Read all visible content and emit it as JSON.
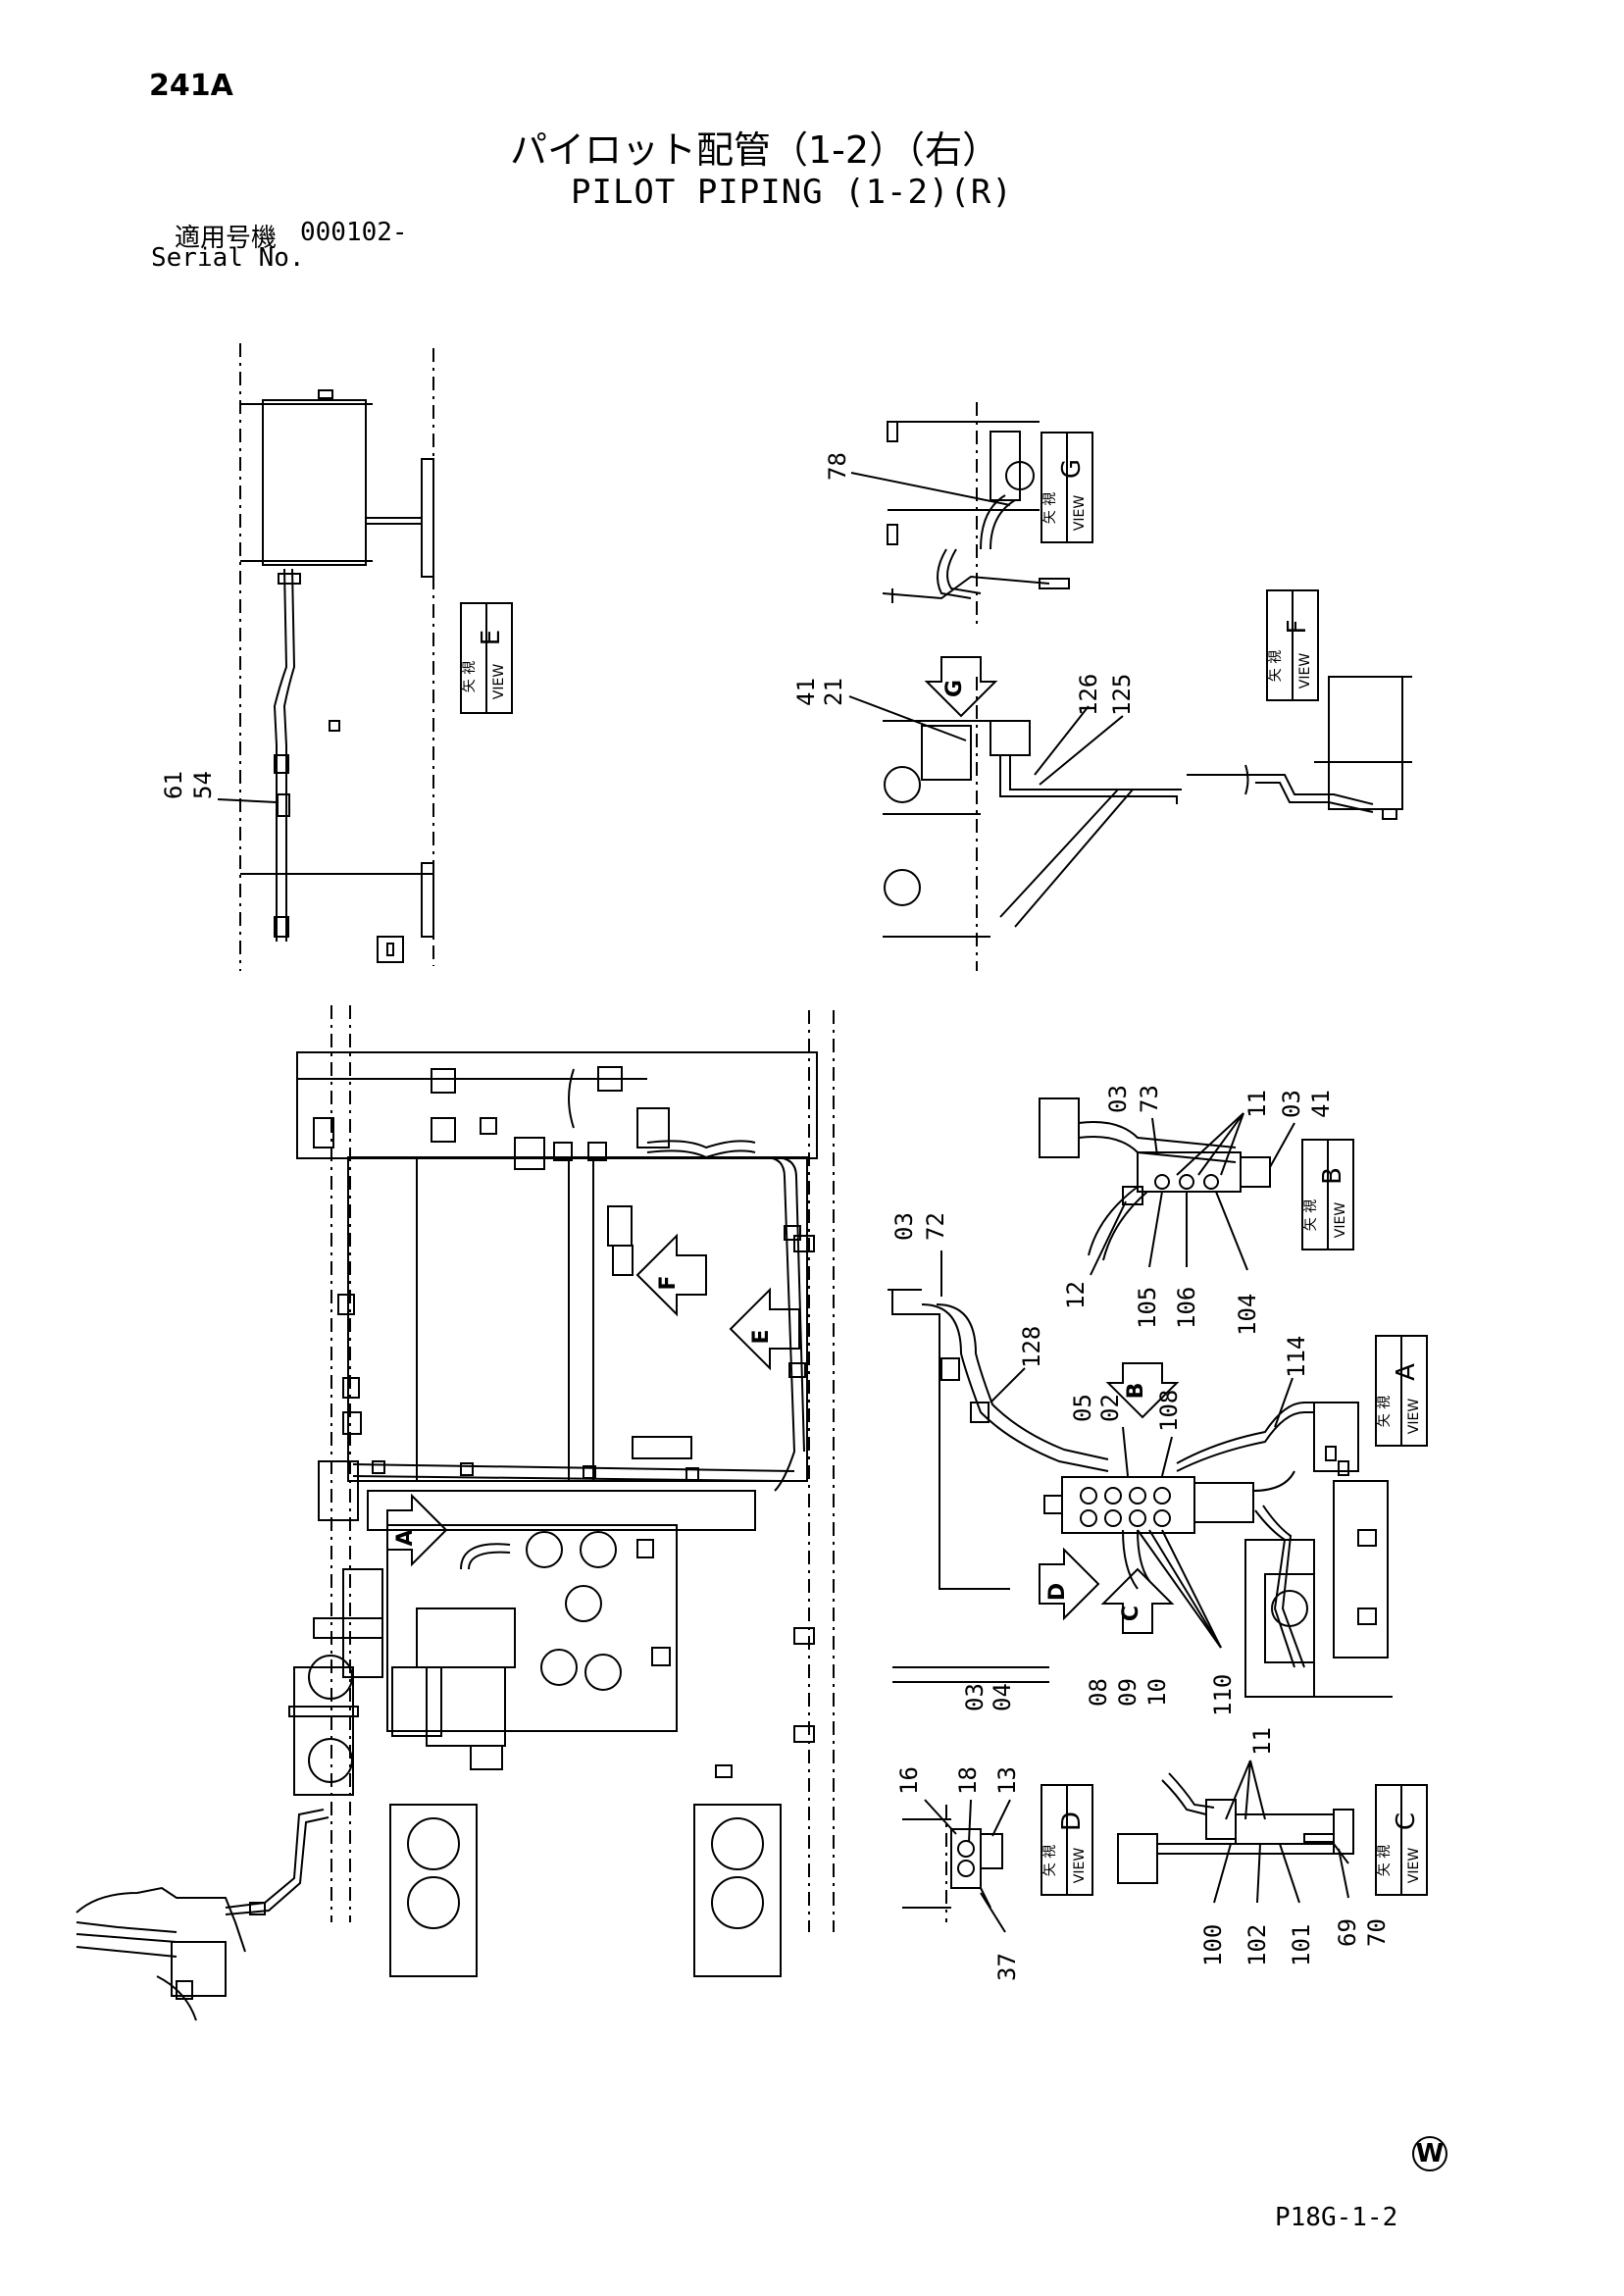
{
  "header": {
    "page_code": "241A",
    "title_jp": "パイロット配管（1-2）（右）",
    "title_en": "PILOT PIPING (1-2)(R)",
    "serial_label_jp": "適用号機",
    "serial_value": "000102-",
    "serial_label_en": "Serial No."
  },
  "views": {
    "kanji": "矢 視",
    "word": "VIEW",
    "letters": {
      "A": "A",
      "B": "B",
      "C": "C",
      "D": "D",
      "E": "E",
      "F": "F",
      "G": "G"
    }
  },
  "arrows": {
    "A": "A",
    "B": "B",
    "C": "C",
    "D": "D",
    "E": "E",
    "F": "F",
    "G": "G"
  },
  "parts": {
    "e1": "61",
    "e2": "54",
    "g1": "78",
    "f1": "41",
    "f2": "21",
    "f3": "126",
    "f4": "125",
    "b1": "03",
    "b2": "73",
    "b3": "11",
    "b4": "03",
    "b5": "41",
    "b6": "12",
    "b7": "105",
    "b8": "106",
    "b9": "104",
    "a1": "03",
    "a2": "72",
    "a3": "128",
    "a4": "05",
    "a5": "02",
    "a6": "108",
    "a7": "114",
    "a8": "03",
    "a9": "04",
    "a10": "08",
    "a11": "09",
    "a12": "10",
    "a13": "110",
    "d1": "16",
    "d2": "18",
    "d3": "13",
    "d4": "37",
    "c1": "11",
    "c2": "100",
    "c3": "102",
    "c4": "101",
    "c5": "69",
    "c6": "70"
  },
  "footer": {
    "mark": "W",
    "page_id": "P18G-1-2"
  }
}
